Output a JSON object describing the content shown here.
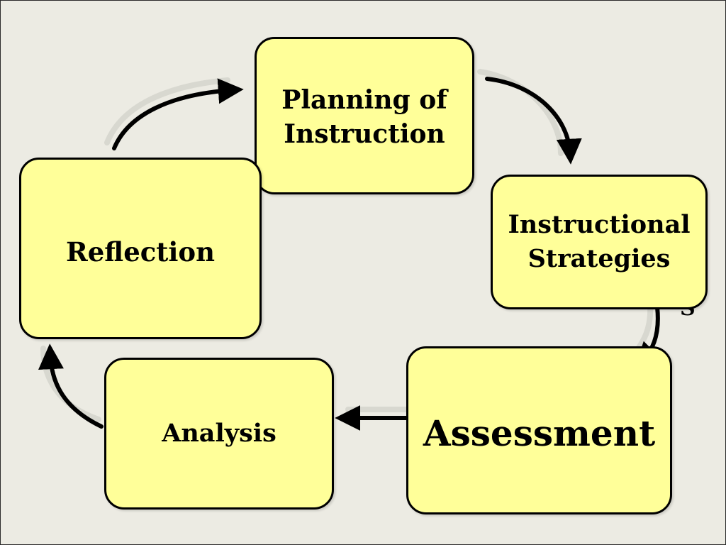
{
  "diagram": {
    "nodes": [
      {
        "id": "planning",
        "lines": [
          "Planning of",
          "Instruction"
        ]
      },
      {
        "id": "strategies",
        "lines": [
          "Instructional",
          "Strategies"
        ]
      },
      {
        "id": "assessment",
        "lines": [
          "Assessment"
        ]
      },
      {
        "id": "analysis",
        "lines": [
          "Analysis"
        ]
      },
      {
        "id": "reflection",
        "lines": [
          "Reflection"
        ]
      }
    ],
    "edges": [
      {
        "from": "reflection",
        "to": "planning"
      },
      {
        "from": "planning",
        "to": "strategies"
      },
      {
        "from": "strategies",
        "to": "assessment"
      },
      {
        "from": "assessment",
        "to": "analysis"
      },
      {
        "from": "analysis",
        "to": "reflection"
      }
    ],
    "stray_glyph": "S",
    "colors": {
      "node_fill": "#ffff99",
      "node_border": "#000000",
      "background": "#ecebe3",
      "arrow": "#000000"
    }
  }
}
